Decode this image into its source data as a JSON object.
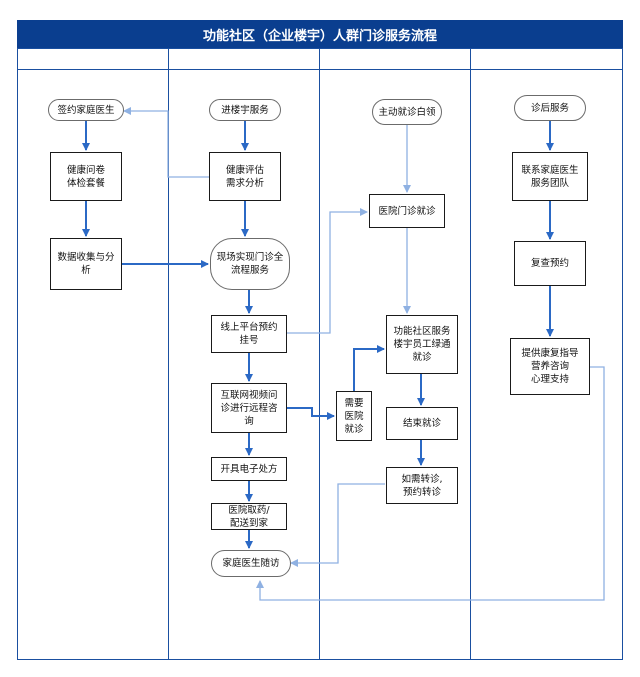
{
  "title": "功能社区（企业楼宇）人群门诊服务流程",
  "colors": {
    "title_bg": "#0a3e8f",
    "lane_border": "#1a4fa0",
    "arrow_dark": "#2b69c5",
    "arrow_light": "#8fb1e2"
  },
  "nodes": {
    "sign_doctor": "签约家庭医生",
    "health_questionnaire": "健康问卷\n体检套餐",
    "data_collect": "数据收集与分\n析",
    "enter_building": "进楼宇服务",
    "health_assess": "健康评估\n需求分析",
    "onsite_service": "现场实现门诊全\n流程服务",
    "online_booking": "线上平台预约\n挂号",
    "video_consult": "互联网视频问\n诊进行远程咨\n询",
    "e_prescription": "开具电子处方",
    "pharmacy": "医院取药/\n配送到家",
    "followup": "家庭医生随访",
    "white_collar": "主动就诊白领",
    "hospital_visit": "医院门诊就诊",
    "need_hospital": "需要\n医院\n就诊",
    "green_channel": "功能社区服务\n楼宇员工绿通\n就诊",
    "end_visit": "结束就诊",
    "referral": "如需转诊,\n预约转诊",
    "post_service": "诊后服务",
    "contact_team": "联系家庭医生\n服务团队",
    "recheck": "复查预约",
    "rehab": "提供康复指导\n营养咨询\n心理支持"
  }
}
